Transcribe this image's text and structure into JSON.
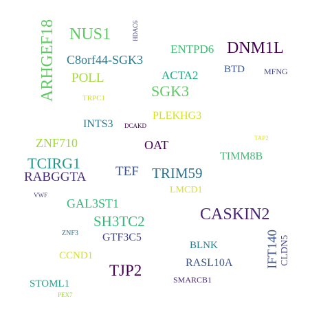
{
  "words": [
    {
      "text": "ARHGEF18",
      "color": "#5ec962"
    },
    {
      "text": "NUS1",
      "color": "#5ec962"
    },
    {
      "text": "HDAC6",
      "color": "#414487"
    },
    {
      "text": "DNM1L",
      "color": "#440154"
    },
    {
      "text": "ENTPD6",
      "color": "#3fbc73"
    },
    {
      "text": "C8orf44-SGK3",
      "color": "#2a788e"
    },
    {
      "text": "BTD",
      "color": "#39568c"
    },
    {
      "text": "MFNG",
      "color": "#414487"
    },
    {
      "text": "POLL",
      "color": "#a5db36"
    },
    {
      "text": "ACTA2",
      "color": "#22a884"
    },
    {
      "text": "SGK3",
      "color": "#5ec962"
    },
    {
      "text": "TRPC1",
      "color": "#d2e21b"
    },
    {
      "text": "PLEKHG3",
      "color": "#d8e219"
    },
    {
      "text": "INTS3",
      "color": "#2a788e"
    },
    {
      "text": "DCAKD",
      "color": "#440154"
    },
    {
      "text": "ZNF710",
      "color": "#a0da39"
    },
    {
      "text": "OAT",
      "color": "#440154"
    },
    {
      "text": "TAP2",
      "color": "#e5e419"
    },
    {
      "text": "TIMM8B",
      "color": "#3fbc73"
    },
    {
      "text": "TCIRG1",
      "color": "#1f988b"
    },
    {
      "text": "RABGGTA",
      "color": "#472d7b"
    },
    {
      "text": "TEF",
      "color": "#3b528b"
    },
    {
      "text": "TRIM59",
      "color": "#2c728e"
    },
    {
      "text": "LMCD1",
      "color": "#dde318"
    },
    {
      "text": "VWF",
      "color": "#414487"
    },
    {
      "text": "GAL3ST1",
      "color": "#35b779"
    },
    {
      "text": "CASKIN2",
      "color": "#482173"
    },
    {
      "text": "SH3TC2",
      "color": "#35b779"
    },
    {
      "text": "ZNF3",
      "color": "#2c728e"
    },
    {
      "text": "GTF3C5",
      "color": "#414487"
    },
    {
      "text": "IFT140",
      "color": "#3b528b"
    },
    {
      "text": "CLDN5",
      "color": "#414487"
    },
    {
      "text": "BLNK",
      "color": "#287c8e"
    },
    {
      "text": "CCND1",
      "color": "#d2e21b"
    },
    {
      "text": "TJP2",
      "color": "#440154"
    },
    {
      "text": "RASL10A",
      "color": "#3b528b"
    },
    {
      "text": "STOML1",
      "color": "#1fa187"
    },
    {
      "text": "SMARCB1",
      "color": "#482878"
    },
    {
      "text": "PEX7",
      "color": "#a0da39"
    }
  ]
}
